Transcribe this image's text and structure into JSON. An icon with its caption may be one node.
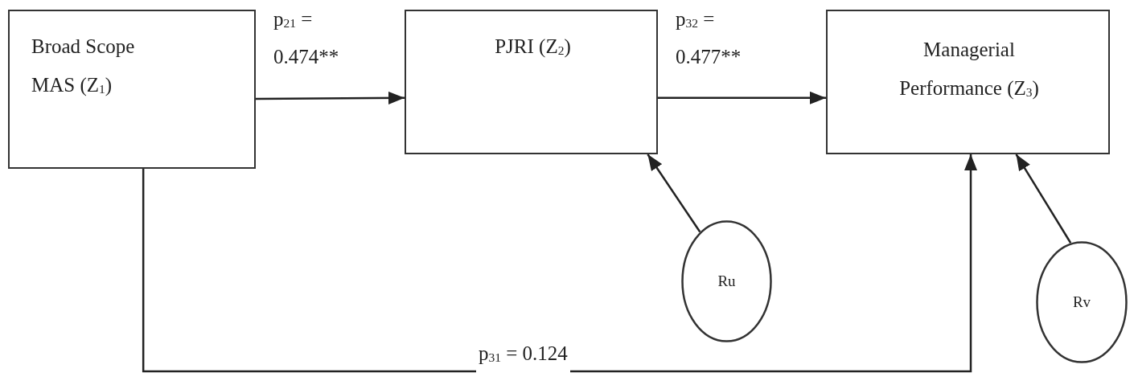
{
  "diagram": {
    "nodes": [
      {
        "text": [
          "Broad Scope MAS (Z$_{1}$)"
        ]
      },
      {
        "text": [
          "PJRI (Z$_{2}$)"
        ]
      },
      {
        "text": [
          "Managerial Performance (Z$_{3}$)"
        ]
      },
      {
        "text": [
          "Ru"
        ]
      },
      {
        "text": [
          "Rv"
        ]
      }
    ],
    "edges": [
      {
        "from": 0,
        "to": 1,
        "arrow": "to",
        "label": "p$_{21}$ = 0.474**"
      },
      {
        "from": 1,
        "to": 2,
        "arrow": "to",
        "label": "p$_{32}$ = 0.477**"
      },
      {
        "from": 0,
        "to": 2,
        "arrow": "to",
        "label": "p$_{31}$ = 0.124"
      },
      {
        "from": 3,
        "to": 1,
        "arrow": "to"
      },
      {
        "from": 4,
        "to": 2,
        "arrow": "to"
      }
    ]
  }
}
